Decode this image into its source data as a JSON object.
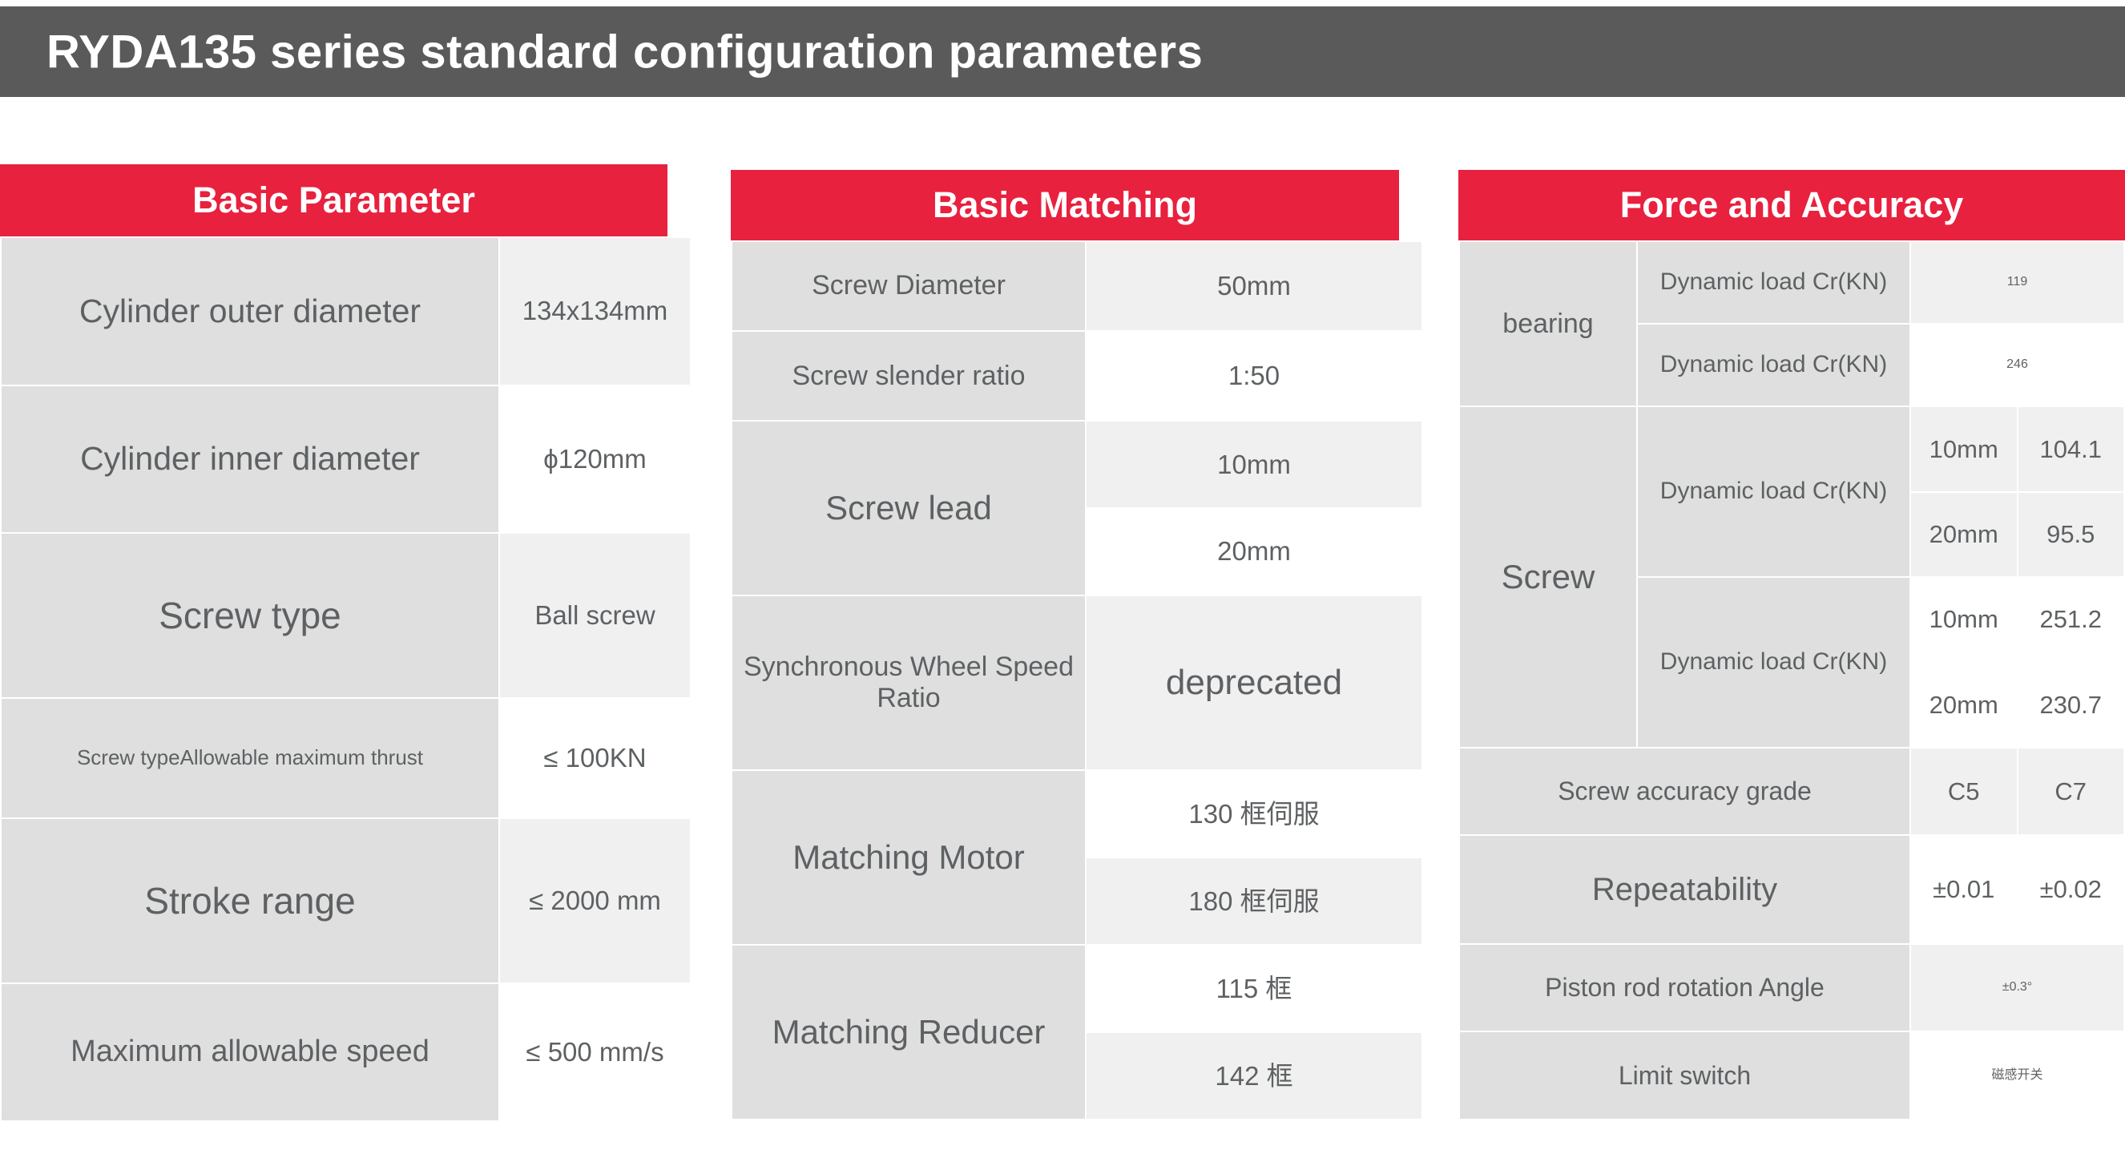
{
  "banner": {
    "title": "RYDA135  series standard configuration parameters",
    "background": "#5b5a5a"
  },
  "theme": {
    "accent_red": "#e8213e",
    "label_gray": "#dedfde",
    "value_gray": "#f0f0f0",
    "text_gray": "#5e6163"
  },
  "tables": {
    "basic_parameter": {
      "header": "Basic Parameter",
      "rows": [
        {
          "label": "Cylinder outer diameter",
          "value": "134x134mm"
        },
        {
          "label": "Cylinder inner diameter",
          "value": "ϕ120mm"
        },
        {
          "label": "Screw type",
          "value": "Ball screw"
        },
        {
          "label": "Screw typeAllowable maximum thrust",
          "value": "≤ 100KN"
        },
        {
          "label": "Stroke range",
          "value": "≤ 2000 mm"
        },
        {
          "label": "Maximum allowable speed",
          "value": "≤ 500 mm/s"
        }
      ]
    },
    "basic_matching": {
      "header": "Basic Matching",
      "rows": [
        {
          "label": "Screw Diameter",
          "values": [
            "50mm"
          ]
        },
        {
          "label": "Screw slender ratio",
          "values": [
            "1:50"
          ]
        },
        {
          "label": "Screw lead",
          "values": [
            "10mm",
            "20mm"
          ]
        },
        {
          "label": "Synchronous Wheel Speed Ratio",
          "values": [
            "deprecated"
          ]
        },
        {
          "label": "Matching Motor",
          "values": [
            "130 框伺服",
            "180 框伺服"
          ]
        },
        {
          "label": "Matching Reducer",
          "values": [
            "115 框",
            "142 框"
          ]
        }
      ]
    },
    "force_and_accuracy": {
      "header": "Force and Accuracy",
      "groups": [
        {
          "name": "bearing",
          "rows": [
            {
              "label": "Dynamic load Cr(KN)",
              "span_value": "119"
            },
            {
              "label": "Dynamic load Cr(KN)",
              "span_value": "246"
            }
          ]
        },
        {
          "name": "Screw",
          "rows": [
            {
              "label": "Dynamic load Cr(KN)",
              "sub": [
                {
                  "lead": "10mm",
                  "value": "104.1"
                },
                {
                  "lead": "20mm",
                  "value": "95.5"
                }
              ]
            },
            {
              "label": "Dynamic load Cr(KN)",
              "sub": [
                {
                  "lead": "10mm",
                  "value": "251.2"
                },
                {
                  "lead": "20mm",
                  "value": "230.7"
                }
              ]
            }
          ]
        }
      ],
      "plain_rows": [
        {
          "label": "Screw accuracy grade",
          "v1": "C5",
          "v2": "C7"
        },
        {
          "label": "Repeatability",
          "v1": "±0.01",
          "v2": "±0.02"
        },
        {
          "label": "Piston rod rotation Angle",
          "span_value": "±0.3°"
        },
        {
          "label": "Limit switch",
          "span_value": "磁感开关"
        }
      ]
    }
  }
}
